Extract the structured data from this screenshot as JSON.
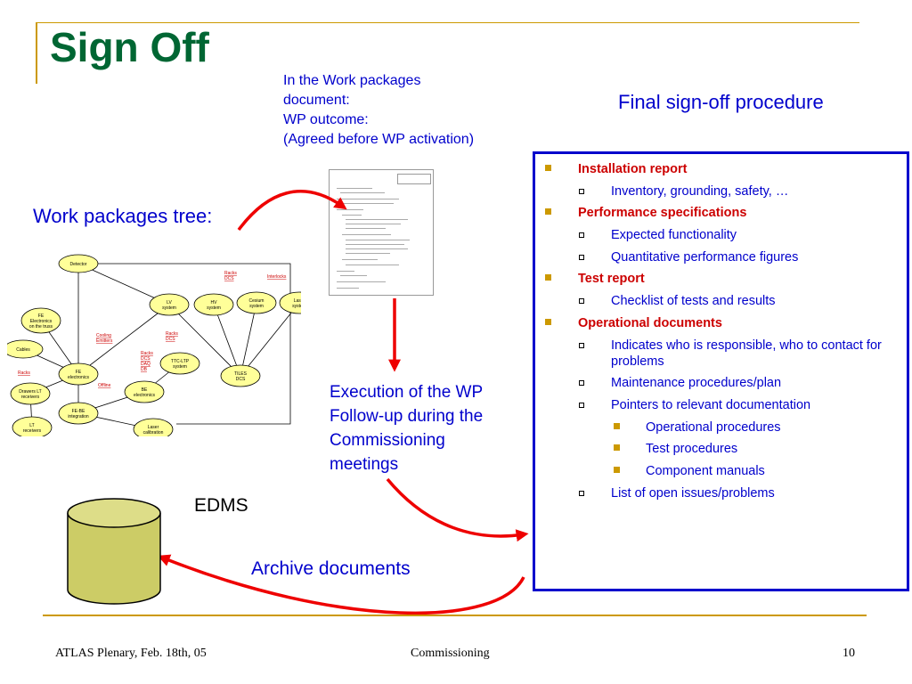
{
  "slide": {
    "title": "Sign Off",
    "wp_note": [
      "In the Work packages",
      "document:",
      "WP outcome:",
      "(Agreed before WP activation)"
    ],
    "final_title": "Final sign-off procedure",
    "tree_label": "Work packages tree:",
    "execution": [
      "Execution of the WP",
      "Follow-up during the",
      "Commissioning",
      "meetings"
    ],
    "edms": "EDMS",
    "archive": "Archive documents"
  },
  "procedure": [
    {
      "level": 1,
      "text": "Installation report"
    },
    {
      "level": 2,
      "text": "Inventory, grounding, safety, …"
    },
    {
      "level": 1,
      "text": "Performance specifications"
    },
    {
      "level": 2,
      "text": "Expected functionality"
    },
    {
      "level": 2,
      "text": "Quantitative performance figures"
    },
    {
      "level": 1,
      "text": "Test report"
    },
    {
      "level": 2,
      "text": "Checklist of tests and results"
    },
    {
      "level": 1,
      "text": "Operational documents"
    },
    {
      "level": 2,
      "text": "Indicates who is responsible, who to contact for problems"
    },
    {
      "level": 2,
      "text": "Maintenance procedures/plan"
    },
    {
      "level": 2,
      "text": "Pointers to relevant documentation"
    },
    {
      "level": 3,
      "text": "Operational procedures"
    },
    {
      "level": 3,
      "text": "Test procedures"
    },
    {
      "level": 3,
      "text": "Component manuals"
    },
    {
      "level": 2,
      "text": "List of open issues/problems"
    }
  ],
  "tree": {
    "nodes": [
      {
        "id": "detector",
        "label": [
          "Detector"
        ]
      },
      {
        "id": "fe_truss",
        "label": [
          "FE",
          "Electronics",
          "on the truss"
        ]
      },
      {
        "id": "cables",
        "label": [
          "Cables"
        ]
      },
      {
        "id": "lv",
        "label": [
          "LV",
          "system"
        ]
      },
      {
        "id": "hv",
        "label": [
          "HV",
          "system"
        ]
      },
      {
        "id": "cesium",
        "label": [
          "Cesium",
          "system"
        ]
      },
      {
        "id": "laser",
        "label": [
          "Laser",
          "system"
        ]
      },
      {
        "id": "ttc",
        "label": [
          "TTC-LTP",
          "system"
        ]
      },
      {
        "id": "tiles",
        "label": [
          "TILES",
          "DCS"
        ]
      },
      {
        "id": "fe",
        "label": [
          "FE",
          "electronics"
        ]
      },
      {
        "id": "be",
        "label": [
          "BE",
          "electronics"
        ]
      },
      {
        "id": "drawers",
        "label": [
          "Drawers LT",
          "receivers"
        ]
      },
      {
        "id": "febe",
        "label": [
          "FE-BE",
          "integration"
        ]
      },
      {
        "id": "lt",
        "label": [
          "LT",
          "receivers"
        ]
      },
      {
        "id": "lasercal",
        "label": [
          "Laser",
          "calibration"
        ]
      }
    ],
    "tags": [
      {
        "label": [
          "Racks",
          "DCS"
        ]
      },
      {
        "label": [
          "Interlocks"
        ]
      },
      {
        "label": [
          "Cooling",
          "Emitters"
        ]
      },
      {
        "label": [
          "Racks",
          "DCS"
        ]
      },
      {
        "label": [
          "Racks",
          "DCS",
          "DAQ",
          "DB"
        ]
      },
      {
        "label": [
          "Racks"
        ]
      },
      {
        "label": [
          "Offline"
        ]
      }
    ]
  },
  "footer": {
    "left": "ATLAS Plenary, Feb. 18th, 05",
    "center": "Commissioning",
    "page": "10"
  },
  "colors": {
    "title": "#006633",
    "accent": "#0000cc",
    "emphasis": "#cc0000",
    "rule": "#cc9900",
    "arrow": "#ee0000",
    "cylinder": "#cccc66"
  }
}
